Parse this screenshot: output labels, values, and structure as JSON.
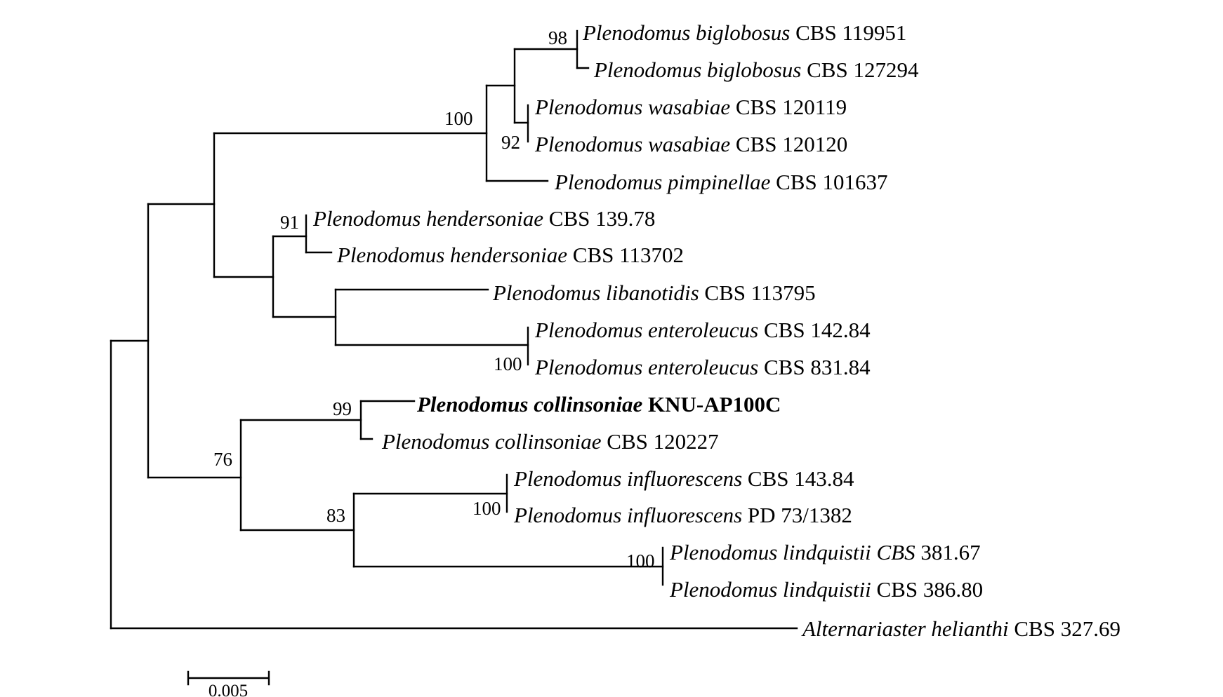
{
  "tree": {
    "tips": [
      {
        "id": "t1",
        "species": "Plenodomus biglobosus",
        "strain": "CBS 119951"
      },
      {
        "id": "t2",
        "species": "Plenodomus biglobosus",
        "strain": "CBS 127294"
      },
      {
        "id": "t3",
        "species": "Plenodomus wasabiae",
        "strain": "CBS 120119"
      },
      {
        "id": "t4",
        "species": "Plenodomus wasabiae",
        "strain": "CBS 120120"
      },
      {
        "id": "t5",
        "species": "Plenodomus pimpinellae",
        "strain": "CBS 101637"
      },
      {
        "id": "t6",
        "species": "Plenodomus hendersoniae",
        "strain": "CBS 139.78"
      },
      {
        "id": "t7",
        "species": "Plenodomus hendersoniae",
        "strain": "CBS 113702"
      },
      {
        "id": "t8",
        "species": "Plenodomus libanotidis",
        "strain": "CBS 113795"
      },
      {
        "id": "t9",
        "species": "Plenodomus enteroleucus",
        "strain": "CBS 142.84"
      },
      {
        "id": "t10",
        "species": "Plenodomus enteroleucus",
        "strain": "CBS 831.84"
      },
      {
        "id": "t11",
        "species": "Plenodomus collinsoniae",
        "strain": "KNU-AP100C",
        "highlight": true
      },
      {
        "id": "t12",
        "species": "Plenodomus collinsoniae",
        "strain": "CBS 120227"
      },
      {
        "id": "t13",
        "species": "Plenodomus influorescens",
        "strain": "CBS 143.84"
      },
      {
        "id": "t14",
        "species": "Plenodomus influorescens",
        "strain": "PD 73/1382"
      },
      {
        "id": "t15",
        "species": "Plenodomus lindquistii",
        "strain": "CBS 381.67",
        "italic_strain_prefix": "CBS",
        "strain_rest": "381.67"
      },
      {
        "id": "t16",
        "species": "Plenodomus lindquistii",
        "strain": "CBS 386.80"
      },
      {
        "id": "t17",
        "species": "Alternariaster helianthi",
        "strain": "CBS 327.69"
      }
    ],
    "support_values": [
      {
        "id": "s_biglobosus",
        "value": "98"
      },
      {
        "id": "s_pimp",
        "value": "100"
      },
      {
        "id": "s_wasabiae",
        "value": "92"
      },
      {
        "id": "s_hendersoniae",
        "value": "91"
      },
      {
        "id": "s_enteroleucus",
        "value": "100"
      },
      {
        "id": "s_collinsoniae",
        "value": "99"
      },
      {
        "id": "s_coll_infl",
        "value": "76"
      },
      {
        "id": "s_infl_lind",
        "value": "83"
      },
      {
        "id": "s_influorescens",
        "value": "100"
      },
      {
        "id": "s_lindquistii",
        "value": "100"
      }
    ],
    "scale_bar": {
      "label": "0.005"
    }
  }
}
